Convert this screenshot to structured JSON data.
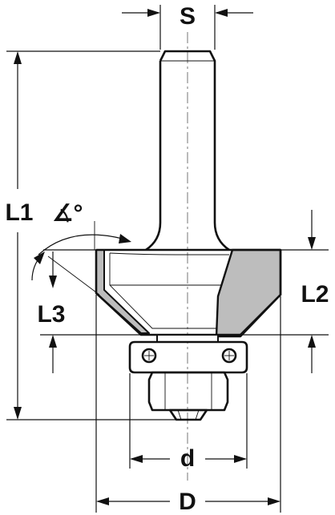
{
  "labels": {
    "shank_diameter": "S",
    "total_length": "L1",
    "cutting_length": "L2",
    "length_l3": "L3",
    "bearing_diameter": "d",
    "cutting_diameter": "D",
    "angle": "∡°"
  },
  "colors": {
    "line": "#111111",
    "insert_fill": "#bdbdbd",
    "background": "#ffffff"
  }
}
